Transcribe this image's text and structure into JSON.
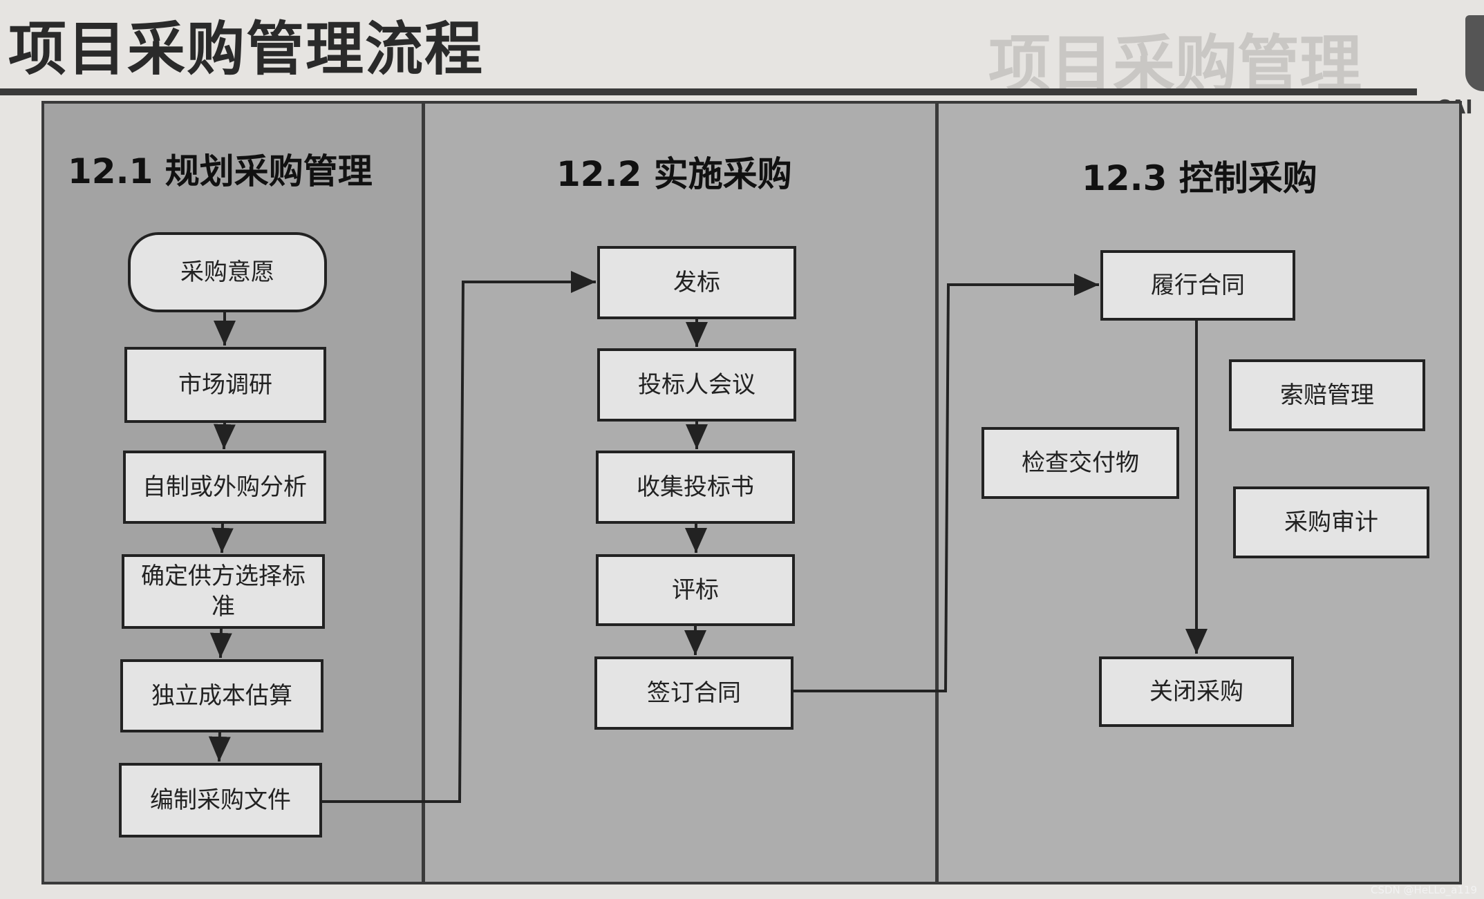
{
  "header": {
    "title": "项目采购管理流程",
    "faded_title": "项目采购管理",
    "logo_text": "CAI"
  },
  "columns": [
    {
      "heading": "12.1 规划采购管理"
    },
    {
      "heading": "12.2 实施采购"
    },
    {
      "heading": "12.3 控制采购"
    }
  ],
  "plan": {
    "intent": "采购意愿",
    "market": "市场调研",
    "make_buy": "自制或外购分析",
    "criteria": "确定供方选择标准",
    "estimate": "独立成本估算",
    "docs": "编制采购文件"
  },
  "conduct": {
    "tender": "发标",
    "bidder_meeting": "投标人会议",
    "collect": "收集投标书",
    "evaluate": "评标",
    "sign": "签订合同"
  },
  "control": {
    "perform": "履行合同",
    "claims": "索赔管理",
    "inspect": "检查交付物",
    "audit": "采购审计",
    "close": "关闭采购"
  },
  "footer": {
    "watermark": "CSDN @HeLLo_a119"
  },
  "colors": {
    "box_fill": "#e4e4e4",
    "panel_fill": "#ababab",
    "line": "#222222"
  }
}
